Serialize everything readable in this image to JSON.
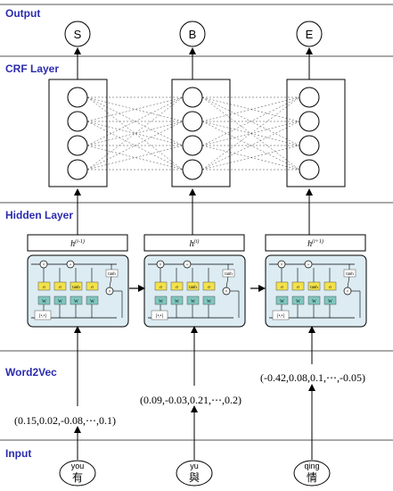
{
  "sections": {
    "output": "Output",
    "crf": "CRF Layer",
    "hidden": "Hidden Layer",
    "word2vec": "Word2Vec",
    "input": "Input"
  },
  "output_tags": [
    "S",
    "B",
    "E"
  ],
  "hidden_states": [
    {
      "base": "h",
      "sup": "(i-1)"
    },
    {
      "base": "h",
      "sup": "(i)"
    },
    {
      "base": "h",
      "sup": "(i+1)"
    }
  ],
  "vectors": [
    "(0.15,0.02,-0.08,⋯,0.1)",
    "(0.09,-0.03,0.21,⋯,0.2)",
    "(-0.42,0.08,0.1,⋯,-0.05)"
  ],
  "inputs": [
    {
      "pinyin": "you",
      "char": "有"
    },
    {
      "pinyin": "yu",
      "char": "與"
    },
    {
      "pinyin": "qing",
      "char": "情"
    }
  ],
  "lstm_cell_labels": {
    "sigma": "σ",
    "tanh": "tanh",
    "weight": "W",
    "plus": "+",
    "times": "×",
    "concat": "[•,•]"
  },
  "colors": {
    "section_label": "#2b2bb0",
    "divider": "#555555",
    "lstm_fill": "#dcecf2",
    "gate_fill": "#f3e24a",
    "weight_fill": "#7fc7c0"
  }
}
